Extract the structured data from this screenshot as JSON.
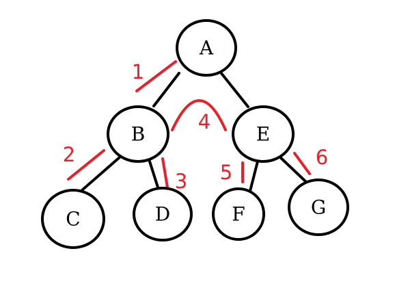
{
  "colors": {
    "node_stroke": "#000000",
    "edge": "#000000",
    "traversal": "#e8202a",
    "background": "#ffffff"
  },
  "nodes": [
    {
      "id": "A",
      "label": "A"
    },
    {
      "id": "B",
      "label": "B"
    },
    {
      "id": "E",
      "label": "E"
    },
    {
      "id": "C",
      "label": "C"
    },
    {
      "id": "D",
      "label": "D"
    },
    {
      "id": "F",
      "label": "F"
    },
    {
      "id": "G",
      "label": "G"
    }
  ],
  "edges": [
    {
      "from": "A",
      "to": "B"
    },
    {
      "from": "A",
      "to": "E"
    },
    {
      "from": "B",
      "to": "C"
    },
    {
      "from": "B",
      "to": "D"
    },
    {
      "from": "E",
      "to": "F"
    },
    {
      "from": "E",
      "to": "G"
    }
  ],
  "steps": [
    {
      "label": "1",
      "from": "A",
      "to": "B"
    },
    {
      "label": "2",
      "from": "B",
      "to": "C"
    },
    {
      "label": "3",
      "from": "B",
      "to": "D"
    },
    {
      "label": "4",
      "from": "B",
      "to": "E"
    },
    {
      "label": "5",
      "from": "E",
      "to": "F"
    },
    {
      "label": "6",
      "from": "E",
      "to": "G"
    }
  ]
}
